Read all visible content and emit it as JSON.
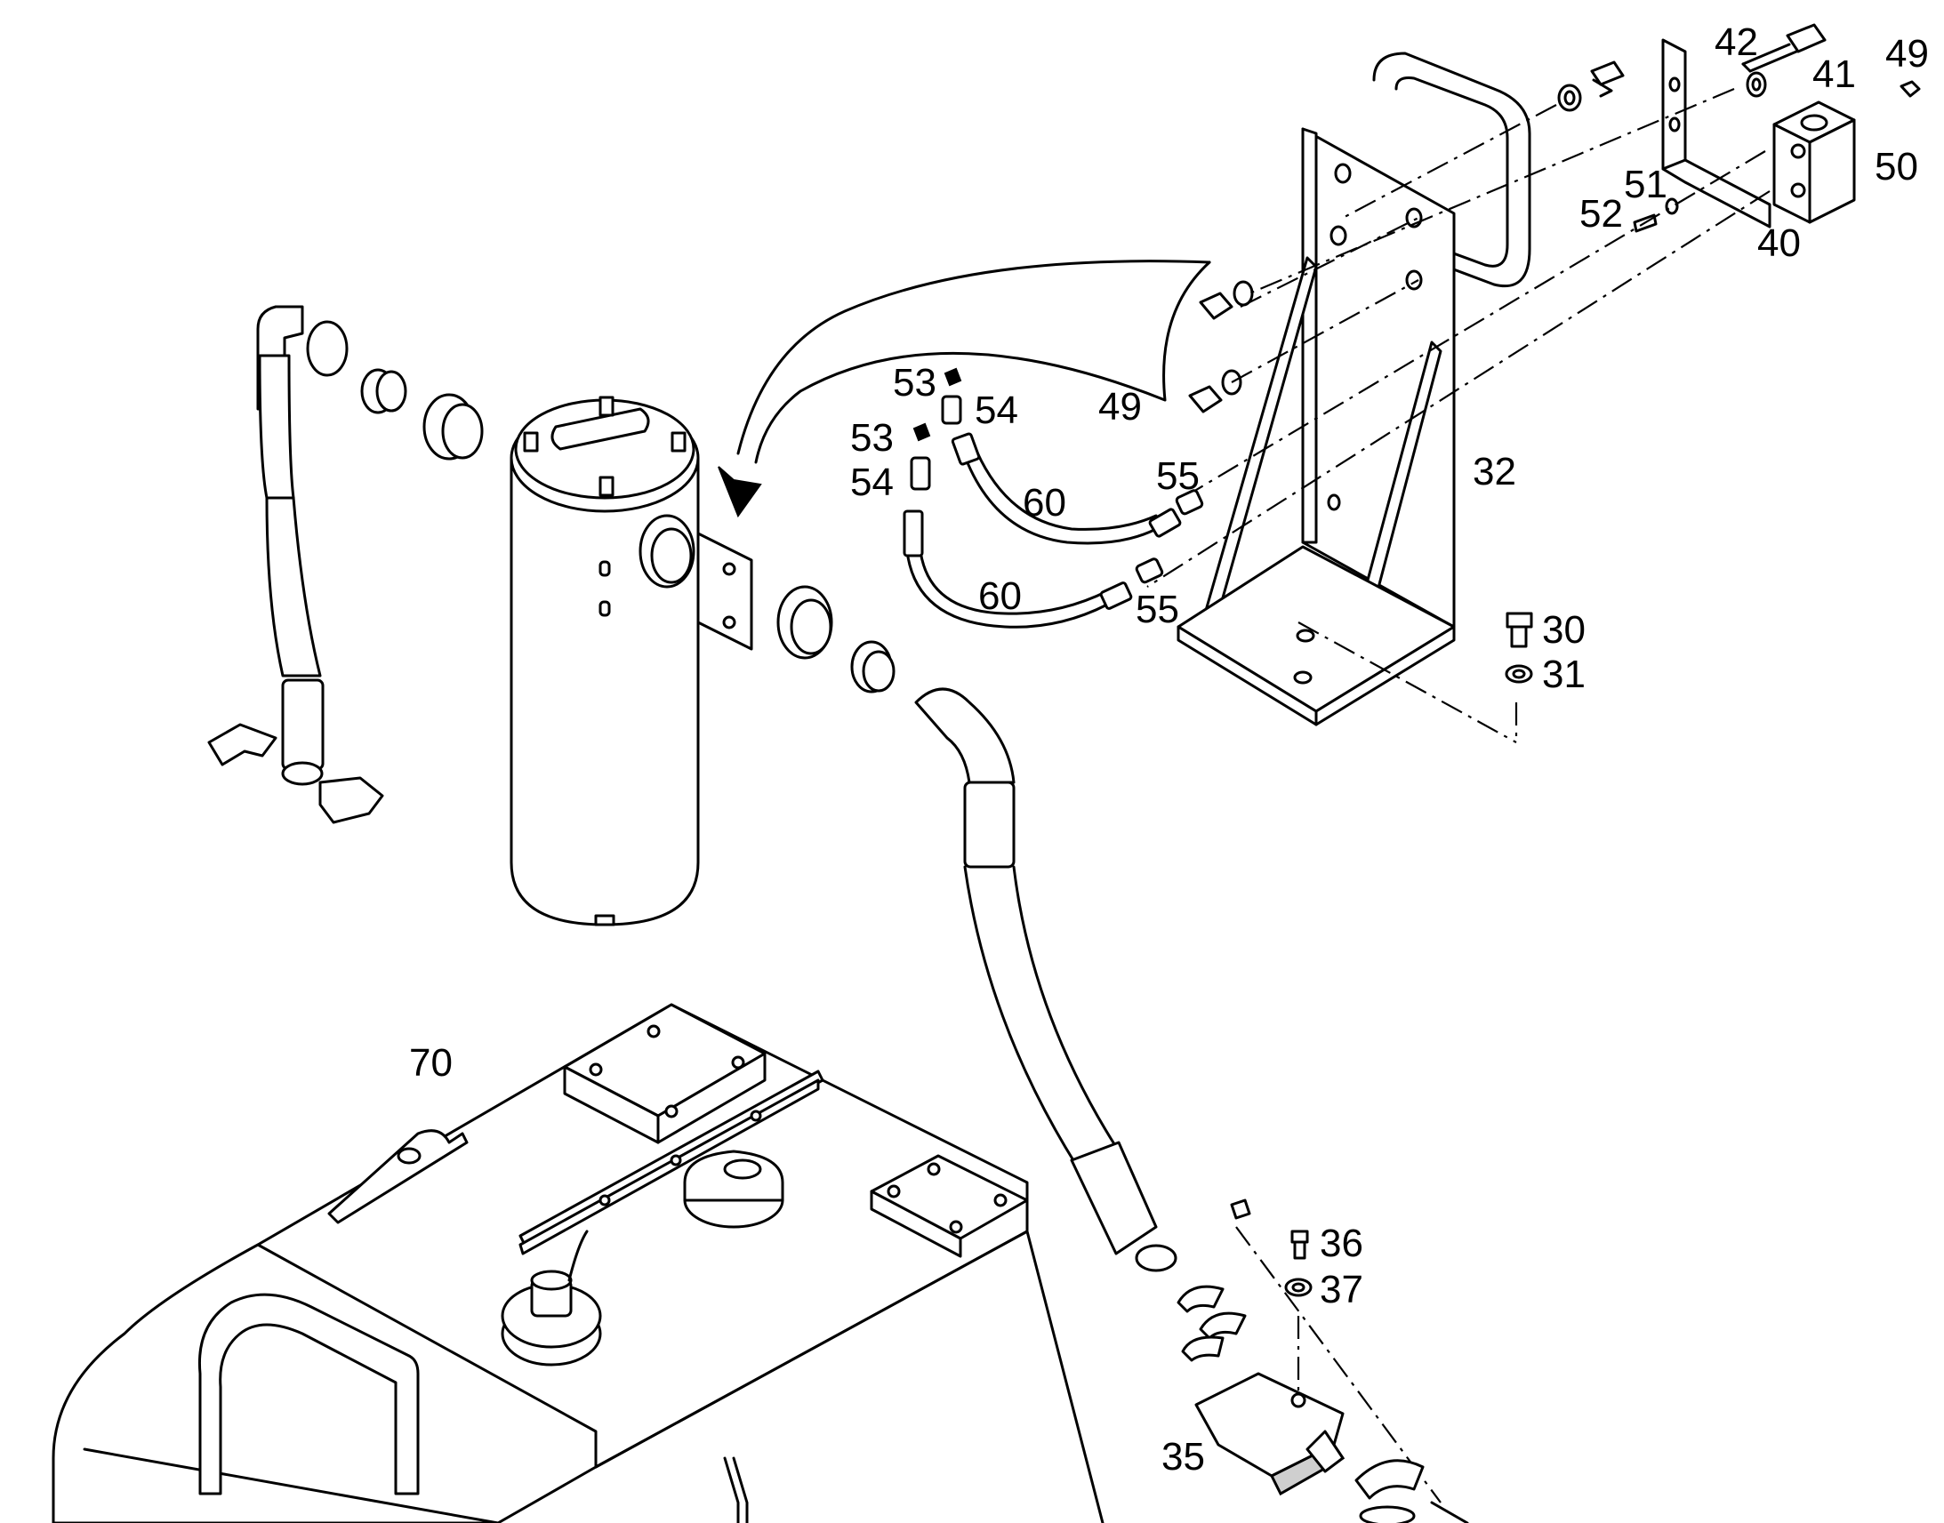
{
  "callouts": [
    {
      "id": "c42",
      "text": "42"
    },
    {
      "id": "c49a",
      "text": "49"
    },
    {
      "id": "c41",
      "text": "41"
    },
    {
      "id": "c50",
      "text": "50"
    },
    {
      "id": "c51",
      "text": "51"
    },
    {
      "id": "c52",
      "text": "52"
    },
    {
      "id": "c40",
      "text": "40"
    },
    {
      "id": "c53a",
      "text": "53"
    },
    {
      "id": "c54a",
      "text": "54"
    },
    {
      "id": "c53b",
      "text": "53"
    },
    {
      "id": "c54b",
      "text": "54"
    },
    {
      "id": "c49b",
      "text": "49"
    },
    {
      "id": "c55a",
      "text": "55"
    },
    {
      "id": "c60a",
      "text": "60"
    },
    {
      "id": "c32",
      "text": "32"
    },
    {
      "id": "c60b",
      "text": "60"
    },
    {
      "id": "c55b",
      "text": "55"
    },
    {
      "id": "c30",
      "text": "30"
    },
    {
      "id": "c31",
      "text": "31"
    },
    {
      "id": "c70",
      "text": "70"
    },
    {
      "id": "c36",
      "text": "36"
    },
    {
      "id": "c37",
      "text": "37"
    },
    {
      "id": "c35",
      "text": "35"
    }
  ]
}
